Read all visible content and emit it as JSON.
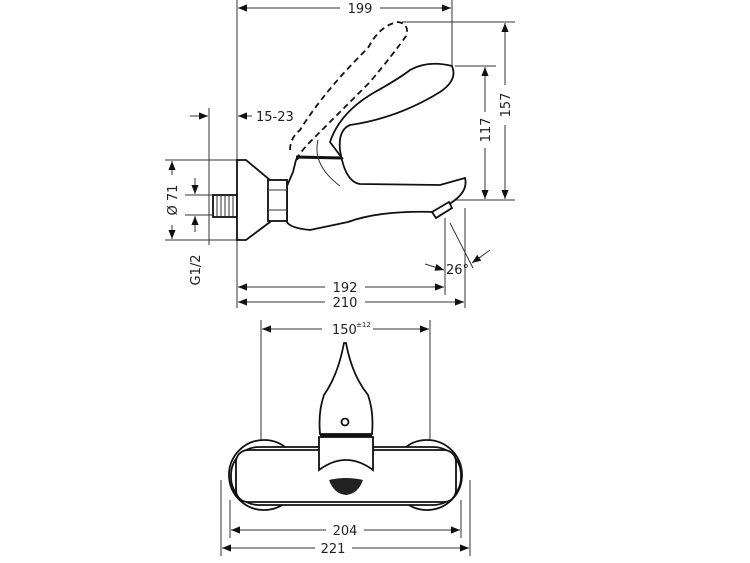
{
  "drawing": {
    "side_view": {
      "dim_overall_depth": "199",
      "dim_overall_height": "157",
      "dim_spout_height": "117",
      "dim_wall_adjust": "15-23",
      "dim_flange_diameter": "Ø 71",
      "dim_thread": "G1/2",
      "dim_angle": "26°",
      "dim_spout_reach": "192",
      "dim_total_reach": "210"
    },
    "front_view": {
      "dim_centers": "150",
      "dim_centers_tolerance": "±12",
      "dim_body_width": "204",
      "dim_total_width": "221"
    }
  }
}
